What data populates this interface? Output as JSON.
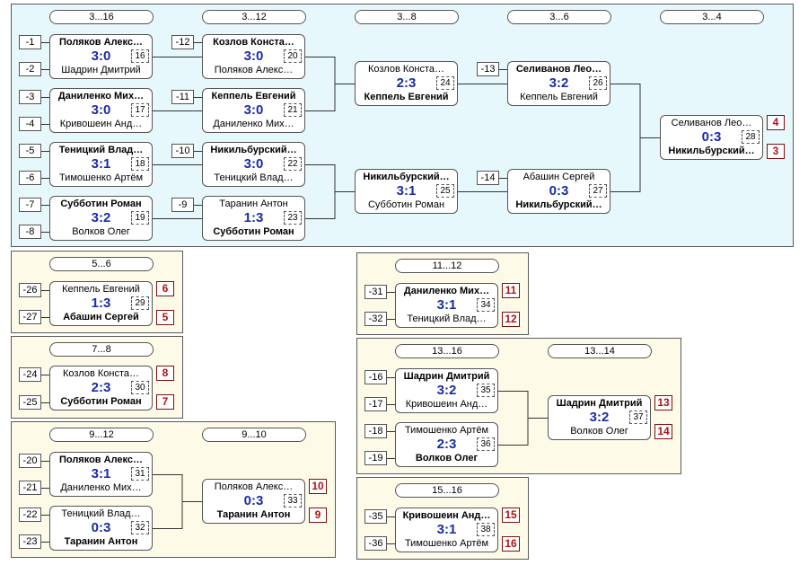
{
  "colors": {
    "main_bg": "#e6f8fb",
    "sub_bg": "#fdfbe8",
    "score": "#1a2ca8",
    "place": "#b31212"
  },
  "main": {
    "rounds": [
      "3...16",
      "3...12",
      "3...8",
      "3...6",
      "3...4"
    ],
    "seeds": [
      "-1",
      "-2",
      "-3",
      "-4",
      "-5",
      "-6",
      "-7",
      "-8",
      "-12",
      "-11",
      "-10",
      "-9",
      "-13",
      "-14"
    ],
    "matches": [
      {
        "num": "16",
        "p1": "Поляков Алекс…",
        "p2": "Шадрин Дмитрий",
        "score": "3:0"
      },
      {
        "num": "17",
        "p1": "Даниленко Мих…",
        "p2": "Кривошеин Анд…",
        "score": "3:0"
      },
      {
        "num": "18",
        "p1": "Теницкий Влад…",
        "p2": "Тимошенко Артём",
        "score": "3:1"
      },
      {
        "num": "19",
        "p1": "Субботин Роман",
        "p2": "Волков Олег",
        "score": "3:2"
      },
      {
        "num": "20",
        "p1": "Козлов Конста…",
        "p2": "Поляков Алекс…",
        "score": "3:0"
      },
      {
        "num": "21",
        "p1": "Кеппель Евгений",
        "p2": "Даниленко Мих…",
        "score": "3:0"
      },
      {
        "num": "22",
        "p1": "Никильбурский…",
        "p2": "Теницкий Влад…",
        "score": "3:0"
      },
      {
        "num": "23",
        "p1": "Таранин Антон",
        "p2": "Субботин Роман",
        "score": "1:3"
      },
      {
        "num": "24",
        "p1": "Козлов Конста…",
        "p2": "Кеппель Евгений",
        "score": "2:3"
      },
      {
        "num": "25",
        "p1": "Никильбурский…",
        "p2": "Субботин Роман",
        "score": "3:1"
      },
      {
        "num": "26",
        "p1": "Селиванов Лео…",
        "p2": "Кеппель Евгений",
        "score": "3:2"
      },
      {
        "num": "27",
        "p1": "Абашин Сергей",
        "p2": "Никильбурский…",
        "score": "0:3"
      },
      {
        "num": "28",
        "p1": "Селиванов Лео…",
        "p2": "Никильбурский…",
        "score": "0:3"
      }
    ],
    "places": [
      "4",
      "3"
    ]
  },
  "p56": {
    "round": "5...6",
    "seeds": [
      "-26",
      "-27"
    ],
    "match": {
      "num": "29",
      "p1": "Кеппель Евгений",
      "p2": "Абашин Сергей",
      "score": "1:3"
    },
    "places": [
      "6",
      "5"
    ]
  },
  "p78": {
    "round": "7...8",
    "seeds": [
      "-24",
      "-25"
    ],
    "match": {
      "num": "30",
      "p1": "Козлов Конста…",
      "p2": "Субботин Роман",
      "score": "2:3"
    },
    "places": [
      "8",
      "7"
    ]
  },
  "p912": {
    "rounds": [
      "9...12",
      "9...10"
    ],
    "seeds": [
      "-20",
      "-21",
      "-22",
      "-23"
    ],
    "matches": [
      {
        "num": "31",
        "p1": "Поляков Алекс…",
        "p2": "Даниленко Мих…",
        "score": "3:1"
      },
      {
        "num": "32",
        "p1": "Теницкий Влад…",
        "p2": "Таранин Антон",
        "score": "0:3"
      },
      {
        "num": "33",
        "p1": "Поляков Алекс…",
        "p2": "Таранин Антон",
        "score": "0:3"
      }
    ],
    "places": [
      "10",
      "9"
    ]
  },
  "p1112": {
    "round": "11...12",
    "seeds": [
      "-31",
      "-32"
    ],
    "match": {
      "num": "34",
      "p1": "Даниленко Мих…",
      "p2": "Теницкий Влад…",
      "score": "3:1"
    },
    "places": [
      "11",
      "12"
    ]
  },
  "p1316": {
    "rounds": [
      "13...16",
      "13...14"
    ],
    "seeds": [
      "-16",
      "-17",
      "-18",
      "-19"
    ],
    "matches": [
      {
        "num": "35",
        "p1": "Шадрин Дмитрий",
        "p2": "Кривошеин Анд…",
        "score": "3:2"
      },
      {
        "num": "36",
        "p1": "Тимошенко Артём",
        "p2": "Волков Олег",
        "score": "2:3"
      },
      {
        "num": "37",
        "p1": "Шадрин Дмитрий",
        "p2": "Волков Олег",
        "score": "3:2"
      }
    ],
    "places": [
      "13",
      "14"
    ]
  },
  "p1516": {
    "round": "15...16",
    "seeds": [
      "-35",
      "-36"
    ],
    "match": {
      "num": "38",
      "p1": "Кривошеин Анд…",
      "p2": "Тимошенко Артём",
      "score": "3:1"
    },
    "places": [
      "15",
      "16"
    ]
  }
}
